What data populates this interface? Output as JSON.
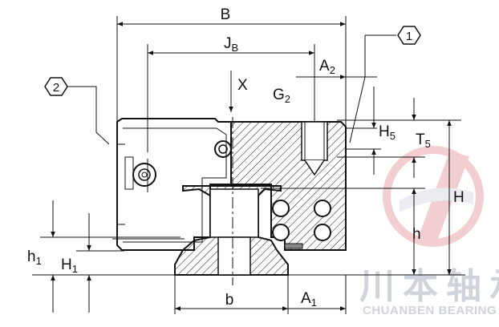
{
  "labels": {
    "B": "B",
    "JB": "J",
    "JB_sub": "B",
    "A2": "A",
    "A2_sub": "2",
    "X": "X",
    "G2": "G",
    "G2_sub": "2",
    "H5": "H",
    "H5_sub": "5",
    "T5": "T",
    "T5_sub": "5",
    "H": "H",
    "h": "h",
    "h1": "h",
    "h1_sub": "1",
    "H1": "H",
    "H1_sub": "1",
    "b": "b",
    "A1": "A",
    "A1_sub": "1"
  },
  "callouts": {
    "c1": "1",
    "c2": "2"
  },
  "watermark": {
    "chinese": "川本轴承",
    "english": "CHUANBEN BEARING"
  },
  "colors": {
    "line": "#111111",
    "watermark_red": "#e8a7ab",
    "watermark_grey": "#cfd3dc"
  }
}
